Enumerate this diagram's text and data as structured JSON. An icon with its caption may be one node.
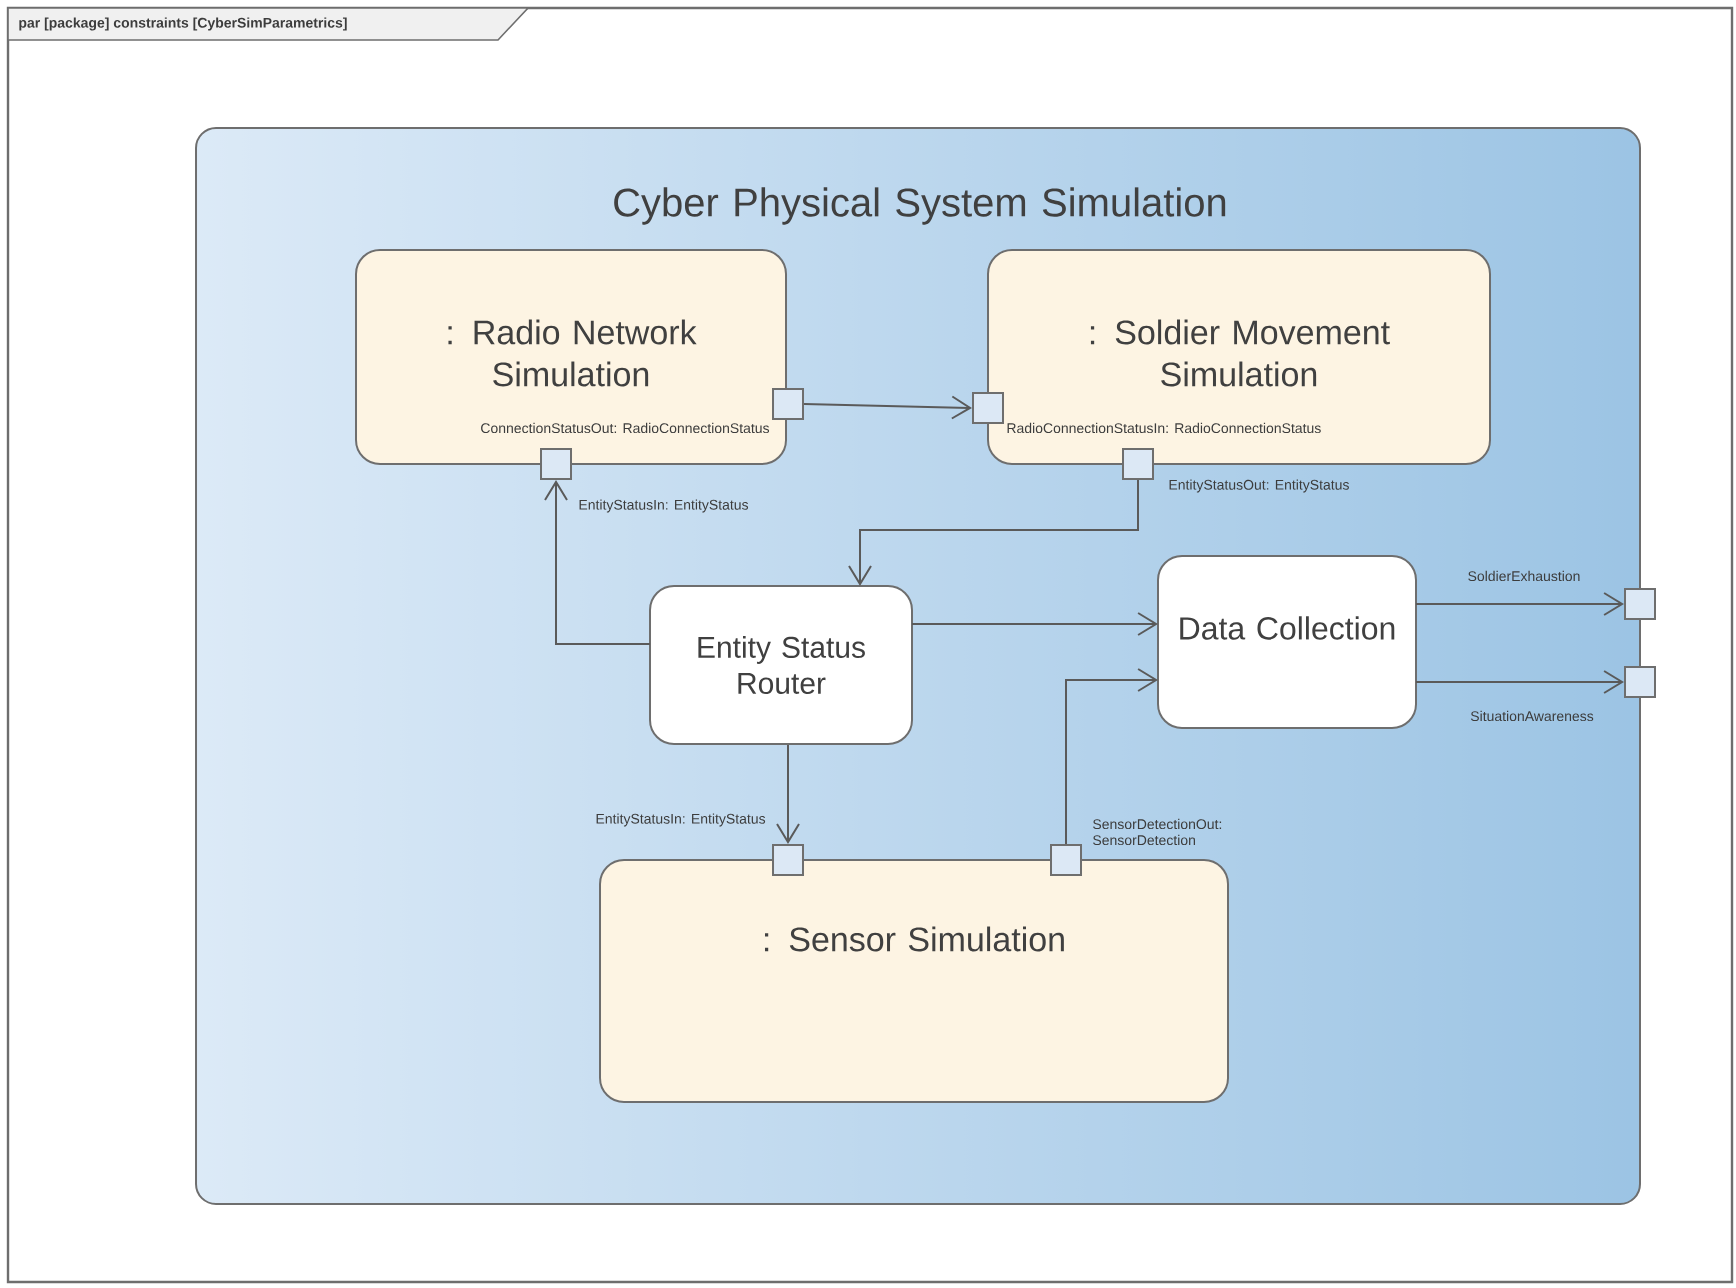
{
  "diagram": {
    "title": "par [package] constraints [CyberSimParametrics]",
    "nodes": [
      {
        "text": [
          "Cyber Physical System  Simulation"
        ]
      },
      {
        "text": [
          ": Radio Network Simulation"
        ],
        "in": 0
      },
      {
        "text": [
          ": Soldier Movement Simulation"
        ],
        "in": 0
      },
      {
        "text": [
          "Entity Status Router"
        ],
        "in": 0
      },
      {
        "text": [
          "Data Collection"
        ],
        "in": 0
      },
      {
        "text": [
          ": Sensor Simulation"
        ],
        "in": 0
      },
      {
        "text": [],
        "shape": "box",
        "beside": [
          "ConnectionStatusOut: RadioConnectionStatus"
        ],
        "in": 0
      },
      {
        "text": [],
        "shape": "box",
        "beside": [
          "RadioConnectionStatusIn: RadioConnectionStatus"
        ],
        "in": 0
      },
      {
        "text": [],
        "shape": "box",
        "beside": [
          "EntityStatusIn: EntityStatus"
        ],
        "in": 0
      },
      {
        "text": [],
        "shape": "box",
        "beside": [
          "EntityStatusOut: EntityStatus"
        ],
        "in": 0
      },
      {
        "text": [],
        "shape": "box",
        "beside": [
          "EntityStatusIn: EntityStatus"
        ],
        "in": 0
      },
      {
        "text": [],
        "shape": "box",
        "beside": [
          "SensorDetectionOut: SensorDetection"
        ],
        "in": 0
      },
      {
        "text": [],
        "shape": "box",
        "beside": [
          "SoldierExhaustion"
        ],
        "in": 0
      },
      {
        "text": [],
        "shape": "box",
        "beside": [
          "SituationAwareness"
        ],
        "in": 0
      }
    ],
    "edges": [
      {
        "from": 6,
        "to": 7,
        "arrow": "to"
      },
      {
        "from": 9,
        "to": 3,
        "arrow": "to"
      },
      {
        "from": 3,
        "to": 8,
        "arrow": "to"
      },
      {
        "from": 3,
        "to": 4,
        "arrow": "to"
      },
      {
        "from": 3,
        "to": 10,
        "arrow": "to"
      },
      {
        "from": 11,
        "to": 4,
        "arrow": "to"
      },
      {
        "from": 4,
        "to": 12,
        "arrow": "to"
      },
      {
        "from": 4,
        "to": 13,
        "arrow": "to"
      }
    ]
  }
}
